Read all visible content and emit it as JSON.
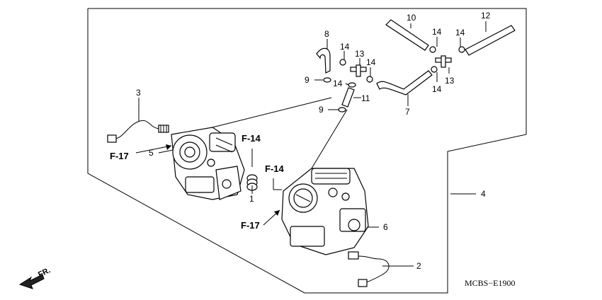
{
  "labels": {
    "p1": "1",
    "p2": "2",
    "p3": "3",
    "p4": "4",
    "p5": "5",
    "p6": "6",
    "p7": "7",
    "p8": "8",
    "p9a": "9",
    "p9b": "9",
    "p10": "10",
    "p11": "11",
    "p12": "12",
    "p13a": "13",
    "p13b": "13",
    "p14a": "14",
    "p14b": "14",
    "p14c": "14",
    "p14d": "14",
    "p14e": "14",
    "p14f": "14"
  },
  "refs": {
    "f17_left": "F-17",
    "f14_top": "F-14",
    "f14_mid": "F-14",
    "f17_bottom": "F-17"
  },
  "fr_label": "FR.",
  "diagram_code": "MCBS−E1900"
}
